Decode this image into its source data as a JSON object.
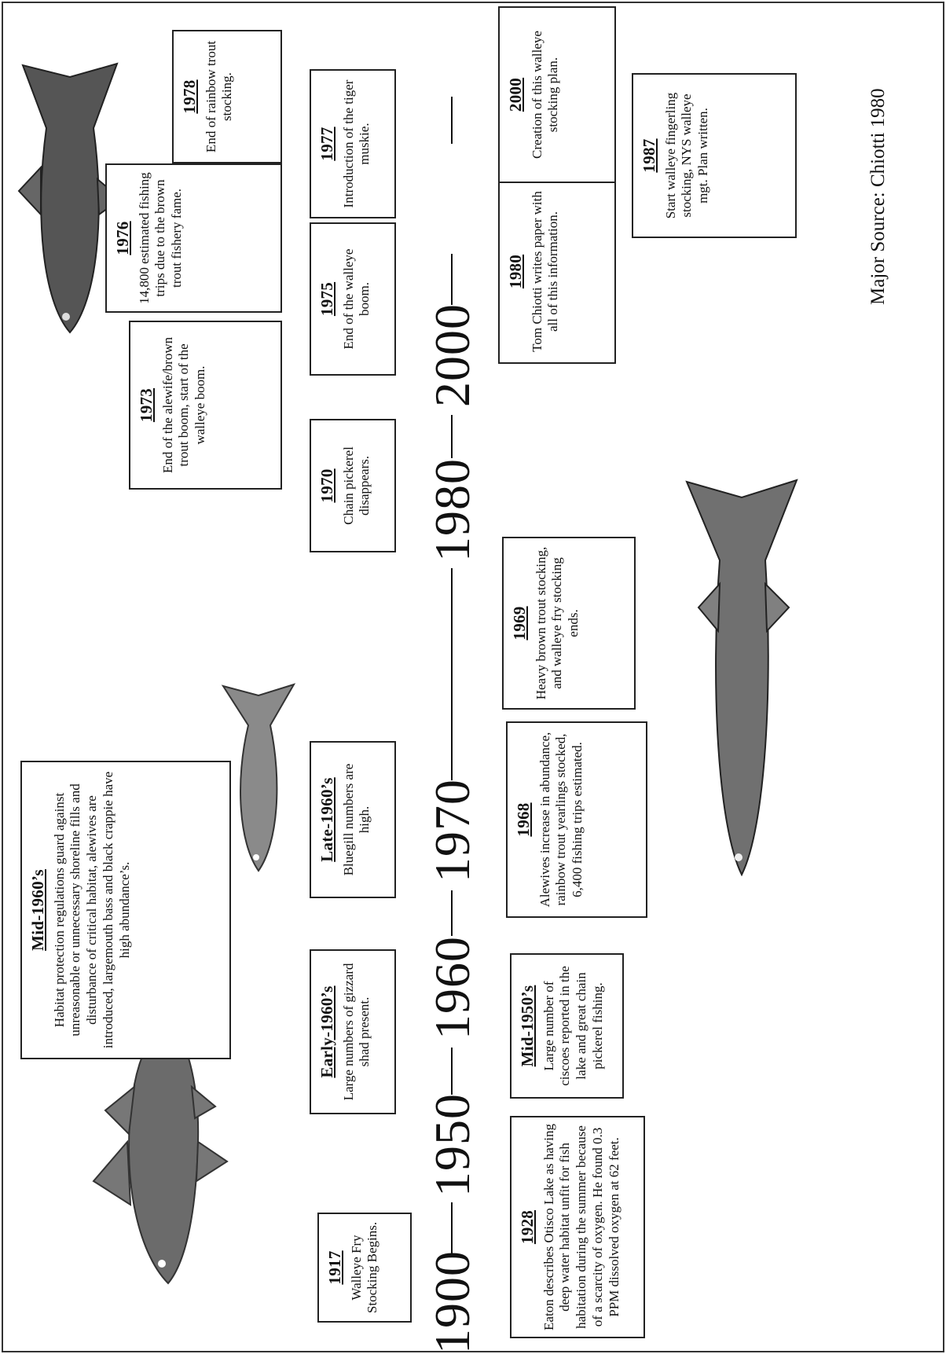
{
  "timeline": {
    "labels": [
      "1900",
      "1950",
      "1960",
      "1970",
      "1980",
      "2000"
    ]
  },
  "events": {
    "e1917": {
      "year": "1917",
      "text": "Walleye Fry Stocking Begins."
    },
    "e1928": {
      "year": "1928",
      "text": "Eaton describes Otisco Lake as having deep water habitat unfit for fish habitation during the summer because of a scarcity of oxygen. He found 0.3 PPM dissolved oxygen at 62 feet."
    },
    "mid1950": {
      "year": "Mid-1950’s",
      "text": "Large number of ciscoes reported in the lake and great chain pickerel fishing."
    },
    "early1960": {
      "year": "Early-1960’s",
      "text": "Large numbers of gizzard shad present."
    },
    "mid1960": {
      "year": "Mid-1960’s",
      "text": "Habitat protection regulations guard against unreasonable or unnecessary shoreline fills and disturbance of critical habitat, alewives are introduced, largemouth bass and black crappie have high abundance’s."
    },
    "late1960": {
      "year": "Late-1960’s",
      "text": "Bluegill numbers are high."
    },
    "e1968": {
      "year": "1968",
      "text": "Alewives increase in abundance, rainbow trout yearlings stocked, 6,400 fishing trips estimated."
    },
    "e1969": {
      "year": "1969",
      "text": "Heavy brown trout stocking, and walleye fry stocking ends."
    },
    "e1970": {
      "year": "1970",
      "text": "Chain pickerel disappears."
    },
    "e1973": {
      "year": "1973",
      "text": "End of the alewife/brown trout boom, start of the walleye boom."
    },
    "e1975": {
      "year": "1975",
      "text": "End of the walleye boom."
    },
    "e1976": {
      "year": "1976",
      "text": "14,800 estimated fishing trips due to the brown trout fishery fame."
    },
    "e1977": {
      "year": "1977",
      "text": "Introduction of the tiger muskie."
    },
    "e1978": {
      "year": "1978",
      "text": "End of rainbow trout stocking."
    },
    "e1980": {
      "year": "1980",
      "text": "Tom Chiotti writes paper with all of this information."
    },
    "e1987": {
      "year": "1987",
      "text": "Start walleye fingerling stocking, NYS walleye mgt. Plan written."
    },
    "e2000": {
      "year": "2000",
      "text": "Creation of this walleye stocking plan."
    }
  },
  "source": "Major Source: Chiotti 1980",
  "icons": [
    "walleye-fish-icon",
    "shad-fish-icon",
    "brown-trout-fish-icon",
    "tiger-muskie-fish-icon"
  ],
  "colors": {
    "ink": "#111111",
    "fish": "#555555",
    "border": "#222222"
  }
}
